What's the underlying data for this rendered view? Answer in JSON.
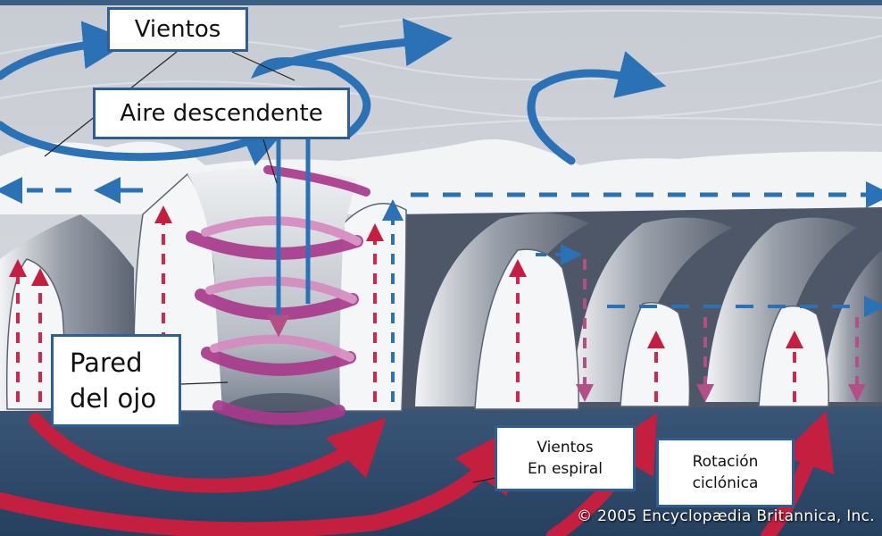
{
  "labels": {
    "vientos": "Vientos",
    "aire_descendente": "Aire descendente",
    "pared_line1": "Pared",
    "pared_line2": "del ojo",
    "espiral_line1": "Vientos",
    "espiral_line2": "En espiral",
    "rotacion_line1": "Rotación",
    "rotacion_line2": "ciclónica"
  },
  "credit": "© 2005 Encyclopædia Britannica, Inc.",
  "colors": {
    "sky": "#c9ccd3",
    "ocean": "#2d4668",
    "cloud_white": "#f4f5f7",
    "upper_winds_arrow": "#2a72b5",
    "updraft_arrow": "#d3264a",
    "downdraft_arrow": "#b44f86",
    "spiral_ribbon": "#a83a8c",
    "label_border": "#2f5d98"
  },
  "icons": [
    "upper-wind-arrow",
    "outflow-dashed-arrow",
    "spiral-ribbon",
    "inflow-arrow",
    "updraft-arrow",
    "downdraft-arrow"
  ]
}
